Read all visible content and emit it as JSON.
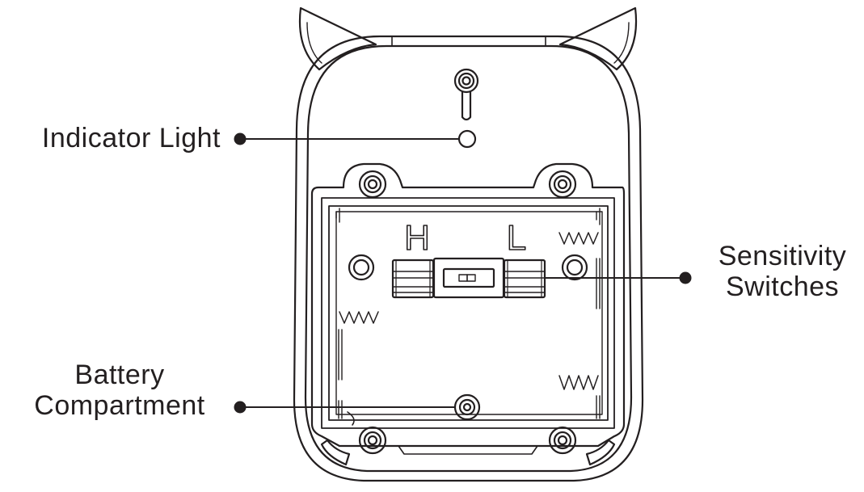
{
  "callouts": {
    "indicator_light": "Indicator Light",
    "sensitivity_line1": "Sensitivity",
    "sensitivity_line2": "Switches",
    "battery_line1": "Battery",
    "battery_line2": "Compartment"
  },
  "switch_labels": {
    "high": "H",
    "low": "L"
  },
  "colors": {
    "stroke": "#231f20",
    "background": "#ffffff"
  }
}
